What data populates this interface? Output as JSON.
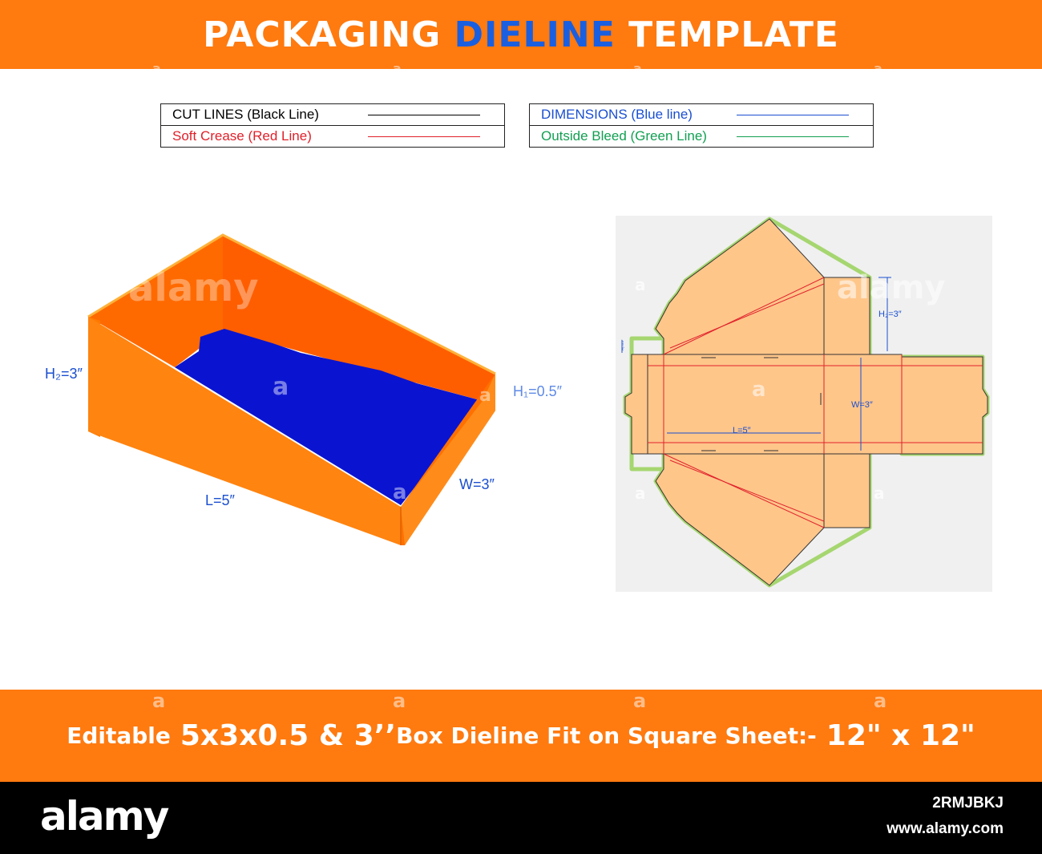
{
  "header": {
    "title_part1": "PACKAGING ",
    "title_accent": "DIELINE",
    "title_part2": " TEMPLATE",
    "bg_color": "#FF7A0F",
    "accent_color": "#1A5FE0"
  },
  "legend": {
    "left": [
      {
        "label": "CUT LINES (Black Line)",
        "color": "#000000"
      },
      {
        "label": "Soft Crease (Red Line)",
        "color": "#E0202A"
      }
    ],
    "right": [
      {
        "label": "DIMENSIONS (Blue line)",
        "color": "#1A4FD0"
      },
      {
        "label": "Outside Bleed (Green Line)",
        "color": "#12A052"
      }
    ]
  },
  "box3d": {
    "labels": {
      "h2": "H₂=3″",
      "h1": "H₁=0.5″",
      "length": "L=5″",
      "width": "W=3″"
    },
    "colors": {
      "outer": "#FF8410",
      "inner": "#FF6A00",
      "floor": "#0A14D0"
    }
  },
  "dieline": {
    "labels": {
      "h2": "H₂=3″",
      "length": "L=5″",
      "width": "W=3″",
      "h1": "H₁=0.5″"
    },
    "colors": {
      "panel": "#FFC68A",
      "panel_bg": "#F0F0F0",
      "cut": "#333333",
      "crease": "#E0202A",
      "bleed": "#A6D670",
      "dimension": "#1A4FD0"
    }
  },
  "footer_banner": {
    "editable": "Editable",
    "size": "5x3x0.5 & 3’’",
    "middle": "Box Dieline Fit on Square Sheet:-",
    "sheet": "12\" x 12\""
  },
  "watermark": {
    "logo": "alamy",
    "image_id": "2RMJBKJ",
    "site": "www.alamy.com",
    "glyph": "a"
  }
}
